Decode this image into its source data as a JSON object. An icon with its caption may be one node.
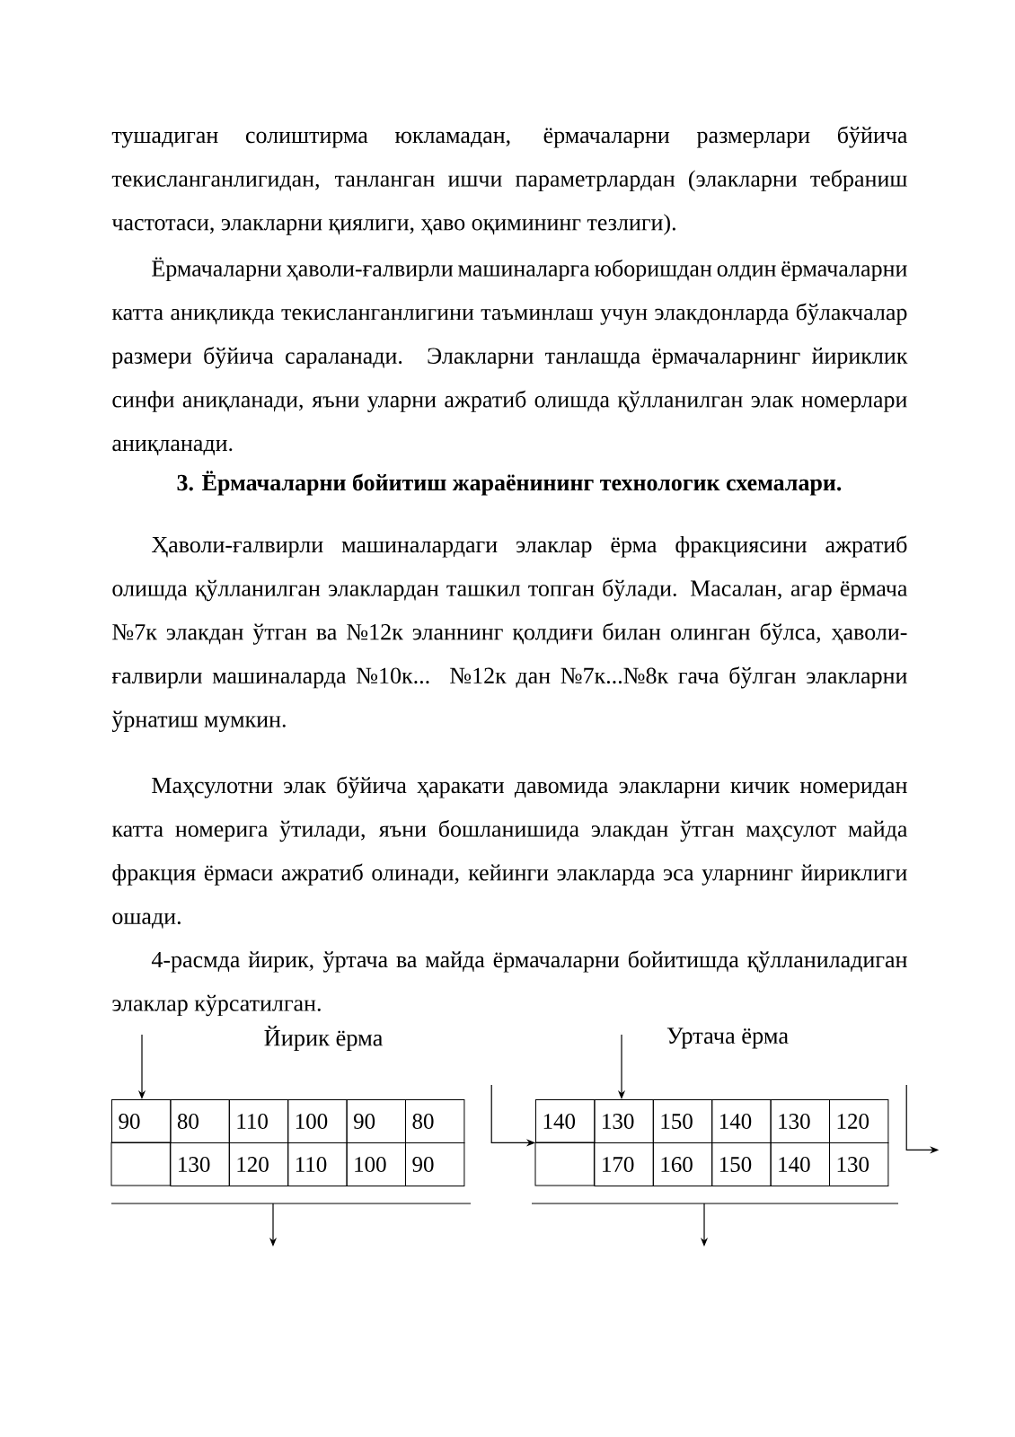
{
  "diagram": {
    "title": "3. Ёрмачаларни бойитиш жараёнининг технологик схемалари.",
    "nodes": [
      {
        "text": [
          "90",
          "80",
          "110",
          "100",
          "90",
          "80",
          "130",
          "120",
          "110",
          "100",
          "90"
        ],
        "beside": [
          "Йирик ёрма"
        ]
      },
      {
        "text": [
          "140",
          "130",
          "150",
          "140",
          "130",
          "120",
          "170",
          "160",
          "150",
          "140",
          "130"
        ],
        "beside": [
          "Уртача ёрма"
        ]
      },
      {
        "text": [],
        "shape": "bar"
      },
      {
        "text": [],
        "shape": "bar"
      }
    ],
    "edges": [
      {
        "from": null,
        "to": 0,
        "arrow": "to"
      },
      {
        "from": 0,
        "to": 1,
        "arrow": "to"
      },
      {
        "from": 2,
        "to": null,
        "arrow": "to"
      },
      {
        "from": null,
        "to": 1,
        "arrow": "to"
      },
      {
        "from": 1,
        "to": null,
        "arrow": "to"
      },
      {
        "from": 3,
        "to": null,
        "arrow": "to"
      }
    ],
    "labels": [
      "тушадиган солиштирма юкламадан, ёрмачаларни размерлари бўйича текисланганлигидан, танланган ишчи параметрлардан (элакларни тебраниш частотаси, элакларни қиялиги, ҳаво оқимининг тезлиги).",
      "Ёрмачаларни ҳаволи-ғалвирли машиналарга юборишдан олдин ёрмачаларни катта аниқликда текисланганлигини таъминлаш учун элакдонларда бўлакчалар размери бўйича сараланади. Элакларни танлашда ёрмачаларнинг йириклик синфи аниқланади, яъни уларни ажратиб олишда қўлланилган элак номерлари аниқланади.",
      "Ҳаволи-ғалвирли машиналардаги элаклар ёрма фракциясини ажратиб олишда қўлланилган элаклардан ташкил топган бўлади. Масалан, агар ёрмача №7к элакдан ўтган ва №12к эланнинг қолдиғи билан олинган бўлса, ҳаволи-ғалвирли машиналарда №10к... №12к дан №7к...№8к гача бўлган элакларни ўрнатиш мумкин.",
      "Маҳсулотни элак бўйича ҳаракати давомида элакларни кичик номеридан катта номерига ўтилади, яъни бошланишида элакдан ўтган маҳсулот майда фракция ёрмаси ажратиб олинади, кейинги элакларда эса уларнинг йириклиги ошади.",
      "4-расмда йирик, ўртача ва майда ёрмачаларни бойитишда қўлланиладиган элаклар кўрсатилган."
    ]
  }
}
